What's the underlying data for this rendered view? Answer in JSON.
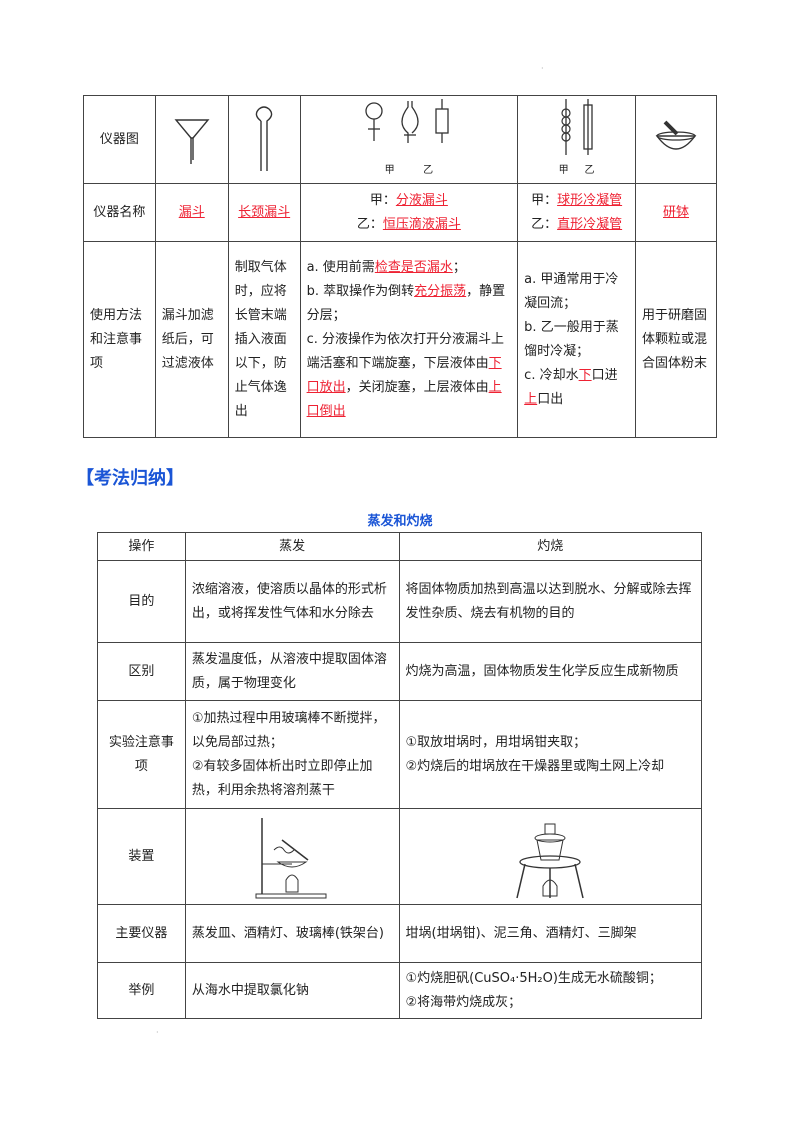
{
  "table1": {
    "row_headers": [
      "仪器图",
      "仪器名称",
      "使用方法和注意事项"
    ],
    "jia_yi_labels": [
      "甲",
      "乙"
    ],
    "names": {
      "funnel": "漏斗",
      "long_neck_funnel": "长颈漏斗",
      "sep_jia_prefix": "甲：",
      "sep_jia": "分液漏斗",
      "sep_yi_prefix": "乙：",
      "sep_yi": "恒压滴液漏斗",
      "cond_jia_prefix": "甲：",
      "cond_jia": "球形冷凝管",
      "cond_yi_prefix": "乙：",
      "cond_yi": "直形冷凝管",
      "mortar": "研钵"
    },
    "usage": {
      "funnel": "漏斗加滤纸后，可过滤液体",
      "long_neck_funnel": "制取气体时，应将长管末端插入液面以下，防止气体逸出",
      "sep_a1": "a. 使用前需",
      "sep_a2": "检查是否漏水",
      "sep_a3": "；",
      "sep_b1": "b. 萃取操作为倒转",
      "sep_b2": "充分振荡",
      "sep_b3": "，静置分层；",
      "sep_c1": "c. 分液操作为依次打开分液漏斗上端活塞和下端旋塞，下层液体由",
      "sep_c2": "下口放出",
      "sep_c3": "，关闭旋塞，上层液体由",
      "sep_c4": "上口倒出",
      "cond_a": "a. 甲通常用于冷凝回流；",
      "cond_b": "b. 乙一般用于蒸馏时冷凝；",
      "cond_c1": "c. 冷却水",
      "cond_c2": "下",
      "cond_c3": "口进",
      "cond_c4": "上",
      "cond_c5": "口出",
      "mortar": "用于研磨固体颗粒或混合固体粉末"
    }
  },
  "section_title": "【考法归纳】",
  "table2": {
    "caption": "蒸发和灼烧",
    "headers": [
      "操作",
      "蒸发",
      "灼烧"
    ],
    "rows": [
      {
        "label": "目的",
        "evap": "浓缩溶液，使溶质以晶体的形式析出，或将挥发性气体和水分除去",
        "burn": "将固体物质加热到高温以达到脱水、分解或除去挥发性杂质、烧去有机物的目的"
      },
      {
        "label": "区别",
        "evap": "蒸发温度低，从溶液中提取固体溶质，属于物理变化",
        "burn": "灼烧为高温，固体物质发生化学反应生成新物质"
      },
      {
        "label": "实验注意事项",
        "evap1": "①加热过程中用玻璃棒不断搅拌，以免局部过热；",
        "evap2": "②有较多固体析出时立即停止加热，利用余热将溶剂蒸干",
        "burn1": "①取放坩埚时，用坩埚钳夹取；",
        "burn2": "②灼烧后的坩埚放在干燥器里或陶土网上冷却"
      },
      {
        "label": "装置"
      },
      {
        "label": "主要仪器",
        "evap": "蒸发皿、酒精灯、玻璃棒(铁架台)",
        "burn": "坩埚(坩埚钳)、泥三角、酒精灯、三脚架"
      },
      {
        "label": "举例",
        "evap": "从海水中提取氯化钠",
        "burn1": "①灼烧胆矾(CuSO₄·5H₂O)生成无水硫酸铜；",
        "burn2": "②将海带灼烧成灰；"
      }
    ]
  }
}
